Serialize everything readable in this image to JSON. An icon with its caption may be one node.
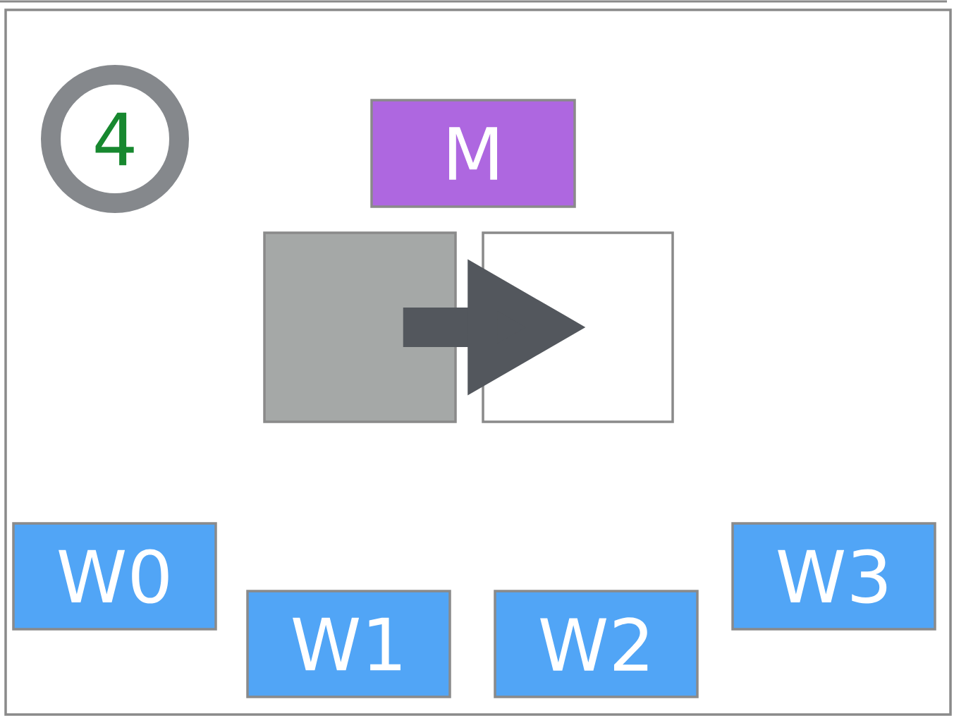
{
  "diagram": {
    "nodes": [
      {
        "text": [
          "4"
        ]
      },
      {
        "text": [
          "M"
        ]
      },
      {
        "text": [],
        "shape": "box"
      },
      {
        "text": [],
        "shape": "box"
      },
      {
        "text": [
          "W0"
        ]
      },
      {
        "text": [
          "W1"
        ]
      },
      {
        "text": [
          "W2"
        ]
      },
      {
        "text": [
          "W3"
        ]
      }
    ],
    "edges": [
      {
        "from": 2,
        "to": 3,
        "arrow": "to"
      }
    ]
  }
}
